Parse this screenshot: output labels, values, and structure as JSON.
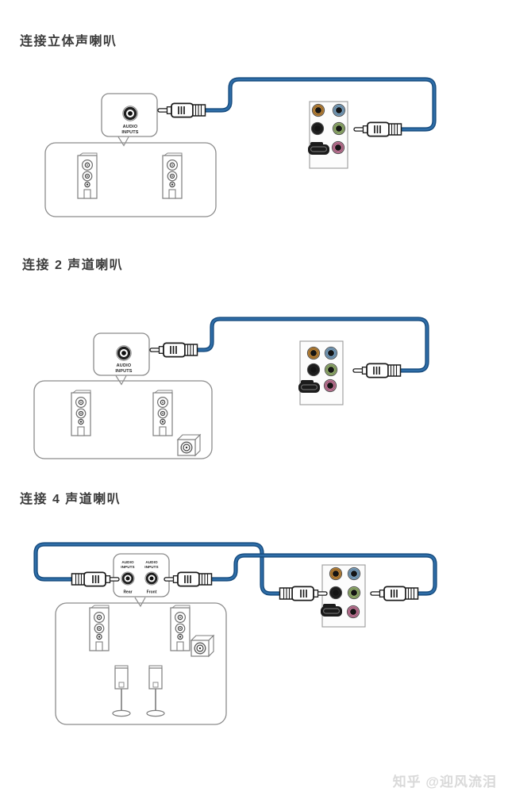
{
  "sections": [
    {
      "id": "stereo",
      "title": "连接立体声喇叭"
    },
    {
      "id": "two-channel",
      "title": "连接 2 声道喇叭"
    },
    {
      "id": "four-channel",
      "title": "连接 4 声道喇叭"
    }
  ],
  "labels": {
    "audio": "AUDIO",
    "inputs": "INPUTS",
    "rear": "Rear",
    "front": "Front"
  },
  "watermark": "知乎 @迎风流泪",
  "icons": {
    "audio_input_jack": "circular 3.5mm input socket",
    "spdif_port": "optical S/PDIF out port",
    "audio_plug": "3.5mm stereo plug",
    "tower_speaker": "front tower speaker",
    "subwoofer": "subwoofer box",
    "satellite_speaker": "rear satellite speaker on stand"
  },
  "colors": {
    "title-color": "#3a3a3a",
    "watermark-color": "#d9d9d9",
    "cable-outer": "#154a7d",
    "cable-inner": "#2f6ea8",
    "jack-orange": "#d2923c",
    "jack-blue": "#8ab6d9",
    "jack-green": "#a6c57a",
    "jack-pink": "#d983a8",
    "jack-black": "#242424"
  }
}
